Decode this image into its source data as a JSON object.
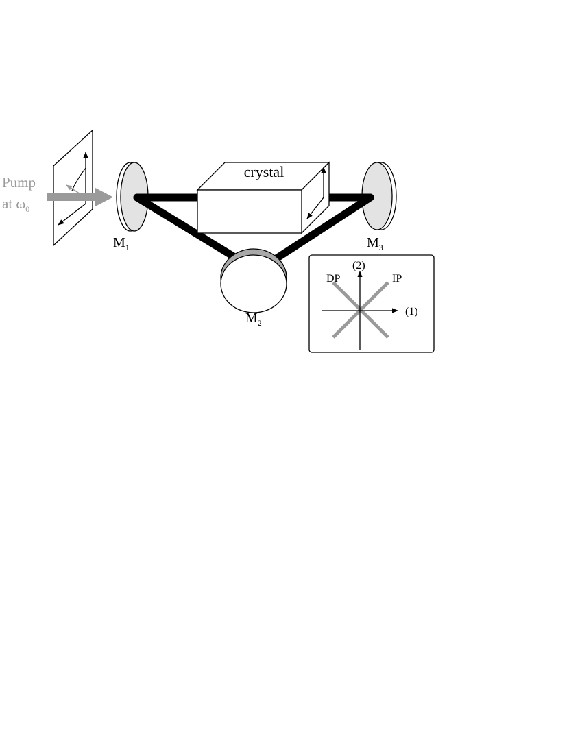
{
  "pump": {
    "line1": "Pump",
    "line2_prefix": "at ω",
    "line2_sub": "0"
  },
  "crystal": {
    "label": "crystal"
  },
  "mirrors": [
    {
      "id": "m1",
      "letter": "M",
      "sub": "1"
    },
    {
      "id": "m2",
      "letter": "M",
      "sub": "2"
    },
    {
      "id": "m3",
      "letter": "M",
      "sub": "3"
    }
  ],
  "inset": {
    "axis1": "(1)",
    "axis2": "(2)",
    "dp": "DP",
    "ip": "IP"
  },
  "colors": {
    "beam": "#000000",
    "pump": "#9a9a9a",
    "mirror_face": "#e3e3e3",
    "mirror_rim": "#a8a8a8",
    "inset_lines": "#9a9a9a"
  }
}
